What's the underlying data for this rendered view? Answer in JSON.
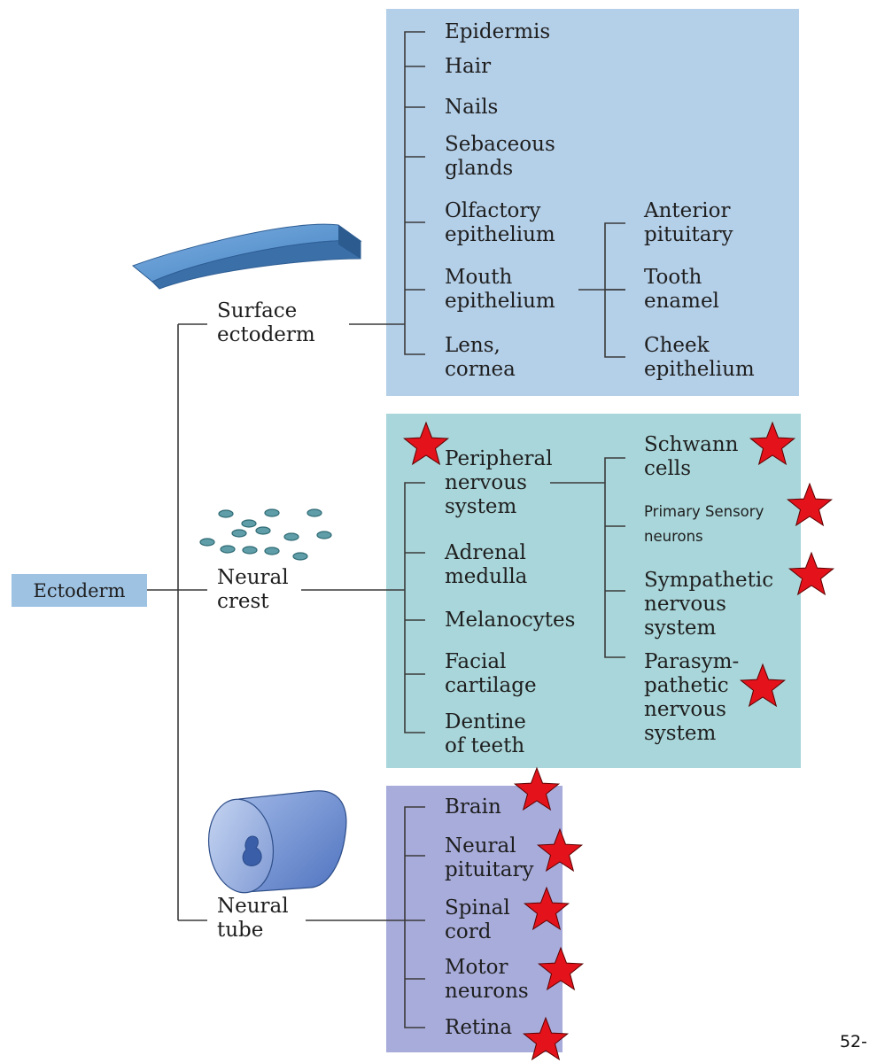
{
  "colors": {
    "surface_panel": "#b4cfe8",
    "crest_panel": "#a9d6da",
    "tube_panel": "#a8acdb",
    "ectoderm_box": "#9ec2e2",
    "star": "#e4131b",
    "lines": "#3a3a3a"
  },
  "root": {
    "label": "Ectoderm"
  },
  "branches": {
    "surface": {
      "label": "Surface\nectoderm"
    },
    "crest": {
      "label": "Neural\ncrest"
    },
    "tube": {
      "label": "Neural\ntube"
    }
  },
  "surface_items": {
    "epidermis": "Epidermis",
    "hair": "Hair",
    "nails": "Nails",
    "sebaceous": "Sebaceous\nglands",
    "olfactory": "Olfactory\nepithelium",
    "mouth": "Mouth\nepithelium",
    "lens": "Lens,\ncornea"
  },
  "mouth_items": {
    "anterior_pituitary": "Anterior\npituitary",
    "tooth_enamel": "Tooth\nenamel",
    "cheek": "Cheek\nepithelium"
  },
  "crest_items": {
    "pns": "Peripheral\nnervous\nsystem",
    "adrenal": "Adrenal\nmedulla",
    "melanocytes": "Melanocytes",
    "facial": "Facial\ncartilage",
    "dentine": "Dentine\nof teeth"
  },
  "pns_items": {
    "schwann": "Schwann\ncells",
    "primary_sensory": "Primary Sensory\nneurons",
    "sympathetic": "Sympathetic\nnervous\nsystem",
    "parasympathetic": "Parasym-\npathetic\nnervous\nsystem"
  },
  "tube_items": {
    "brain": "Brain",
    "neural_pituitary": "Neural\npituitary",
    "spinal": "Spinal\ncord",
    "motor": "Motor\nneurons",
    "retina": "Retina"
  },
  "page_number": "52-"
}
